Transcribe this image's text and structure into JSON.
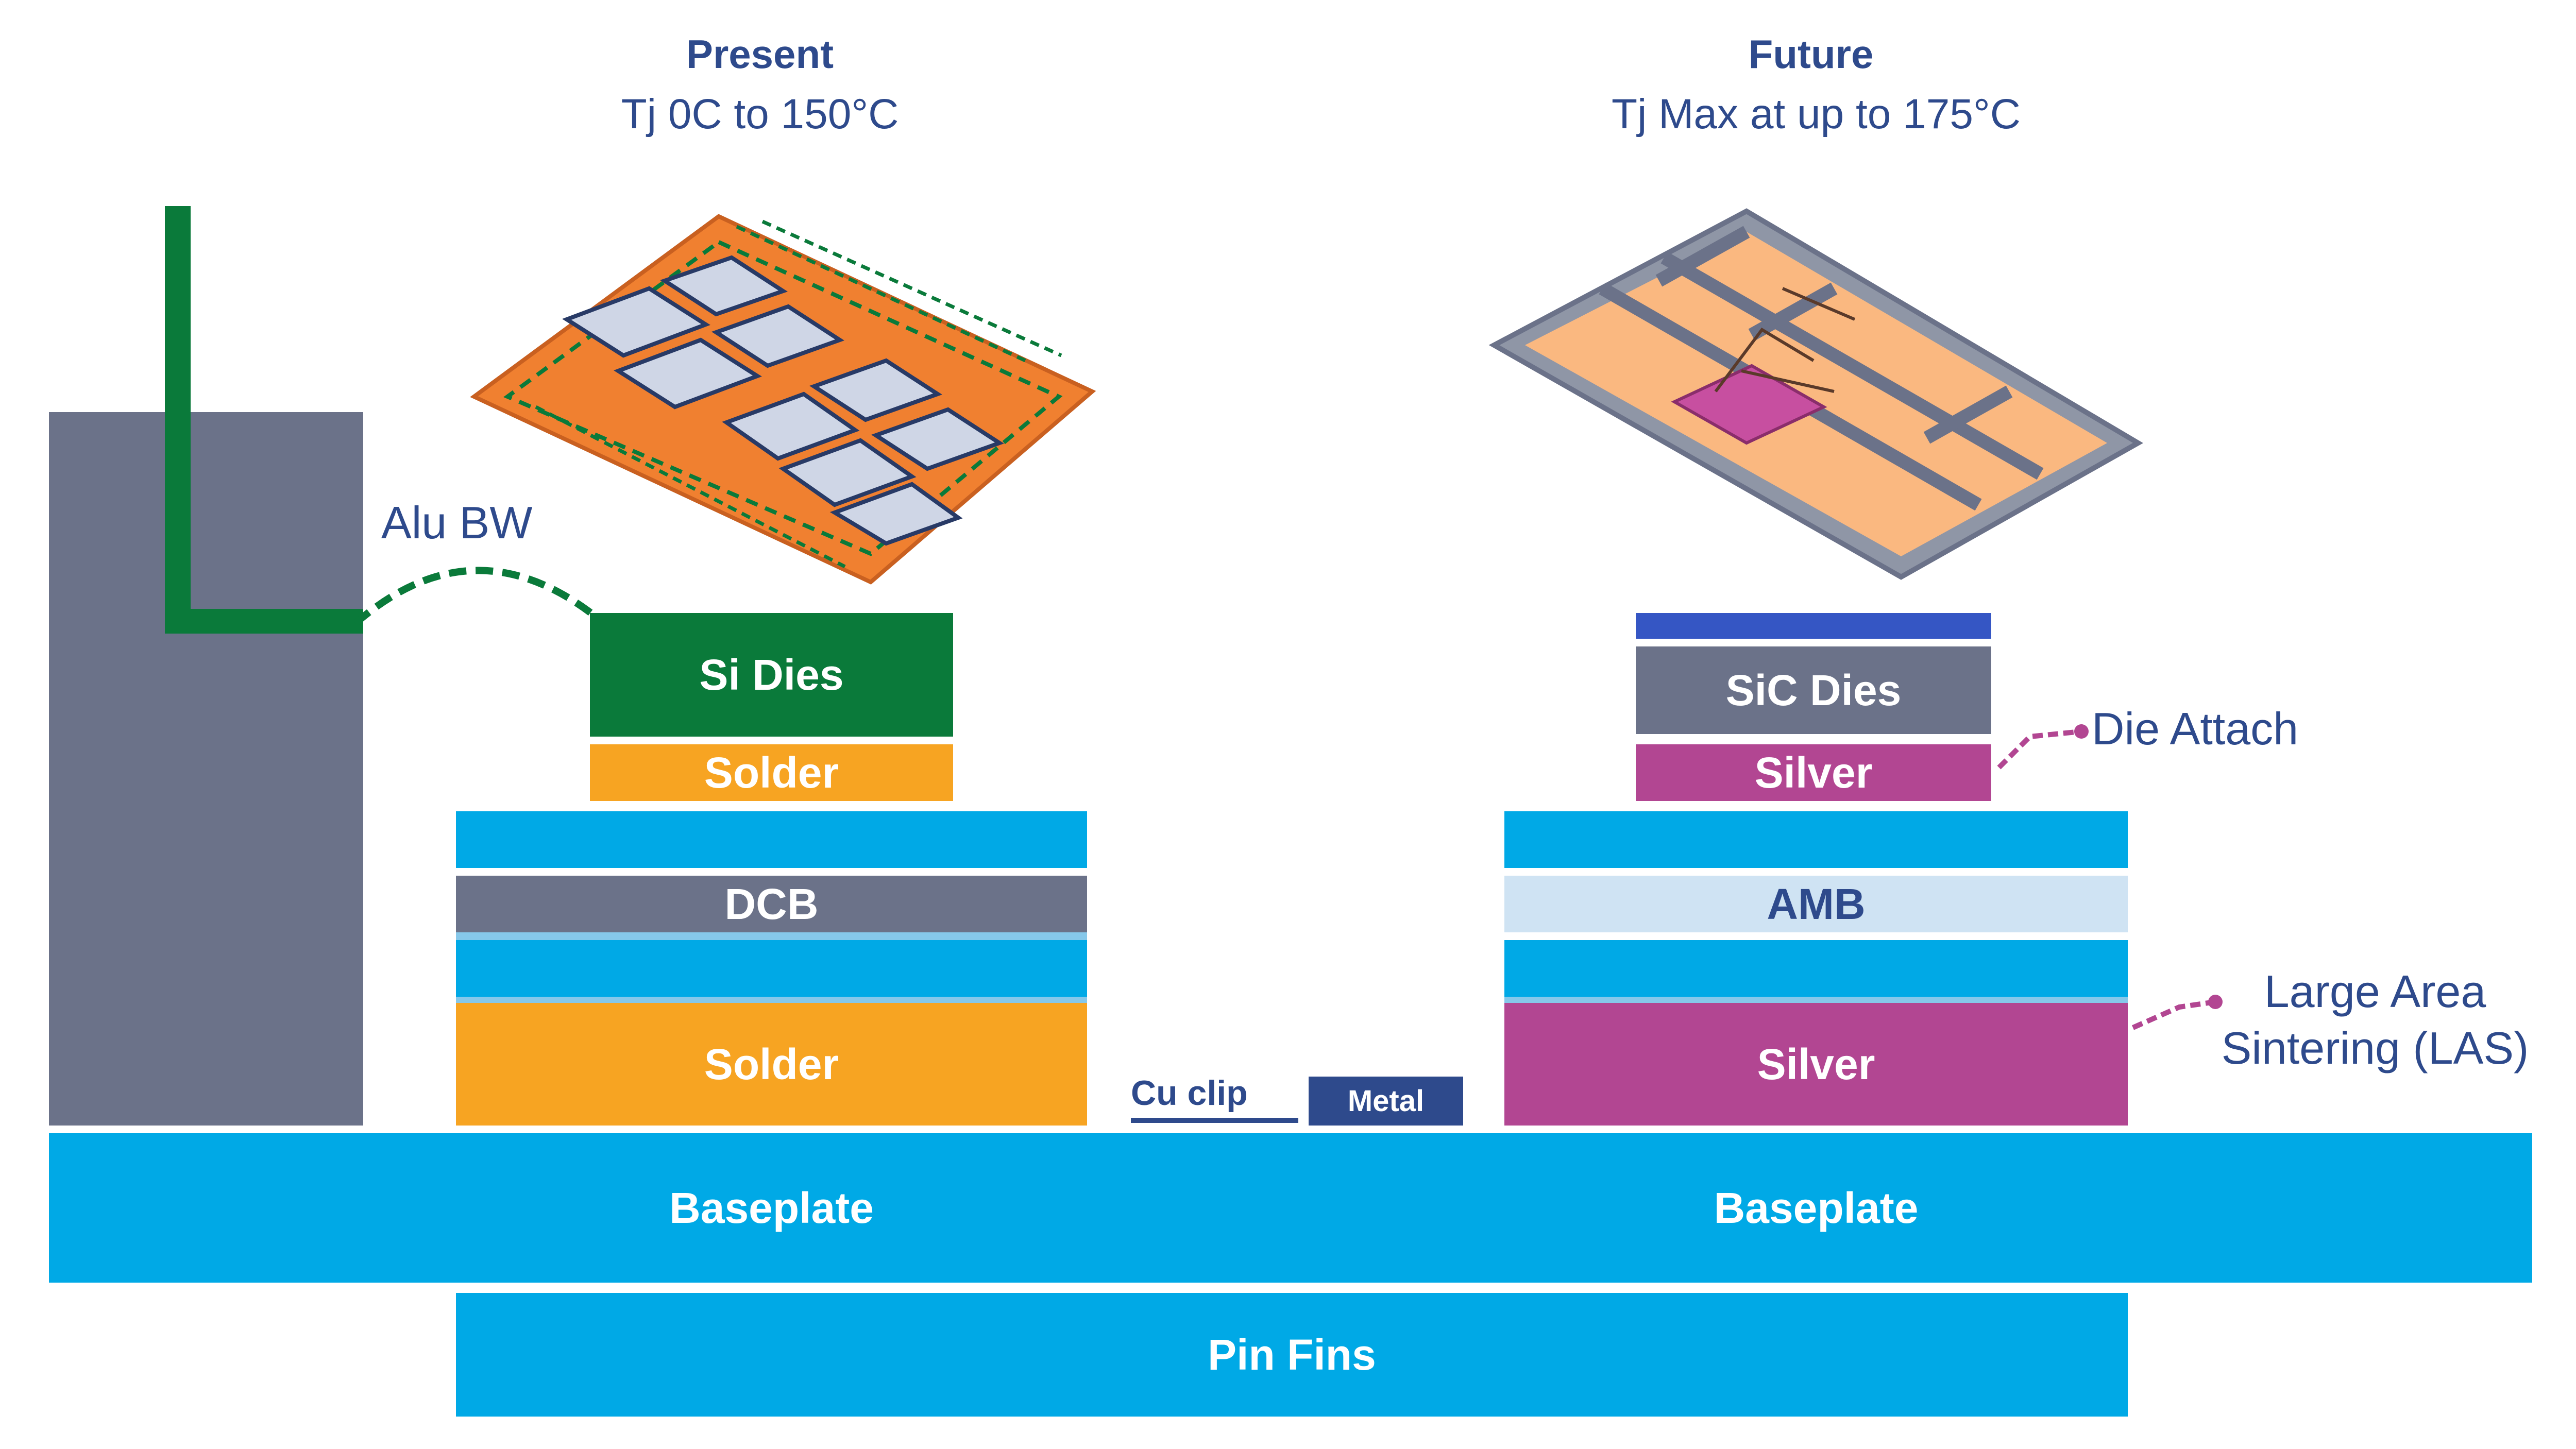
{
  "present": {
    "title": "Present",
    "subtitle": "Tj 0C to 150°C",
    "wire_label": "Alu BW",
    "layers": {
      "die": "Si Dies",
      "solder_top": "Solder",
      "substrate": "DCB",
      "solder_bottom": "Solder"
    }
  },
  "future": {
    "title": "Future",
    "subtitle": "Tj Max at up to 175°C",
    "layers": {
      "die": "SiC Dies",
      "die_attach": "Silver",
      "substrate": "AMB",
      "las": "Silver"
    },
    "callouts": {
      "die_attach": "Die Attach",
      "las_line1": "Large Area",
      "las_line2": "Sintering (LAS)"
    }
  },
  "legend": {
    "copper_label": "Cu clip",
    "metal_label": "Metal"
  },
  "baseplate": {
    "left": "Baseplate",
    "right": "Baseplate"
  },
  "pin_fins": "Pin Fins",
  "colors": {
    "blue_layer": "#00a9e6",
    "orange_solder": "#f7a422",
    "green_die": "#0a7a3a",
    "slate": "#6b7289",
    "silver_purple": "#b24692",
    "amb_light": "#cfe3f3",
    "text_dark": "#2e4a8c",
    "module_orange": "#f08030",
    "module_peach": "#fab880"
  }
}
